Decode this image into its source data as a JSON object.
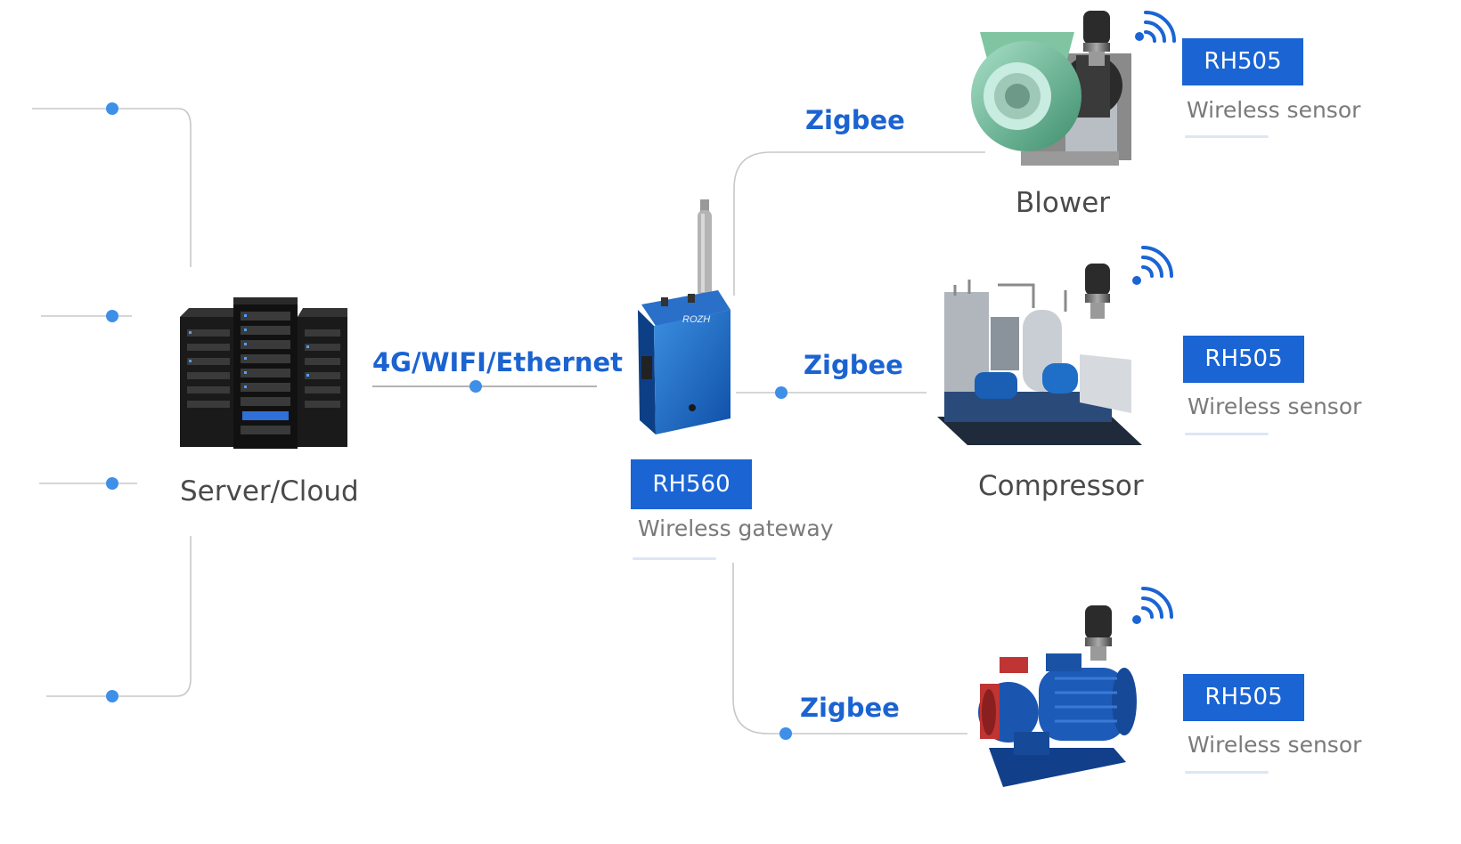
{
  "links": {
    "uplink_label": "4G/WIFI/Ethernet",
    "zigbee_top": "Zigbee",
    "zigbee_middle": "Zigbee",
    "zigbee_bottom": "Zigbee"
  },
  "server": {
    "name": "Server/Cloud",
    "icon": "server-rack-icon"
  },
  "gateway": {
    "model": "RH560",
    "description": "Wireless gateway",
    "brand_text": "ROZH",
    "icon": "gateway-device-icon"
  },
  "machines": [
    {
      "name": "Blower",
      "sensor_model": "RH505",
      "sensor_description": "Wireless sensor",
      "icon": "blower-icon"
    },
    {
      "name": "Compressor",
      "sensor_model": "RH505",
      "sensor_description": "Wireless sensor",
      "icon": "compressor-icon"
    },
    {
      "name": "",
      "sensor_model": "RH505",
      "sensor_description": "Wireless sensor",
      "icon": "water-pump-icon"
    }
  ],
  "colors": {
    "accent": "#1a64d4",
    "link_label": "#1b63d1",
    "dot": "#3d8fe8",
    "line": "#c8c8c8",
    "node_text": "#4a4a4a",
    "desc_text": "#7a7a7a"
  }
}
